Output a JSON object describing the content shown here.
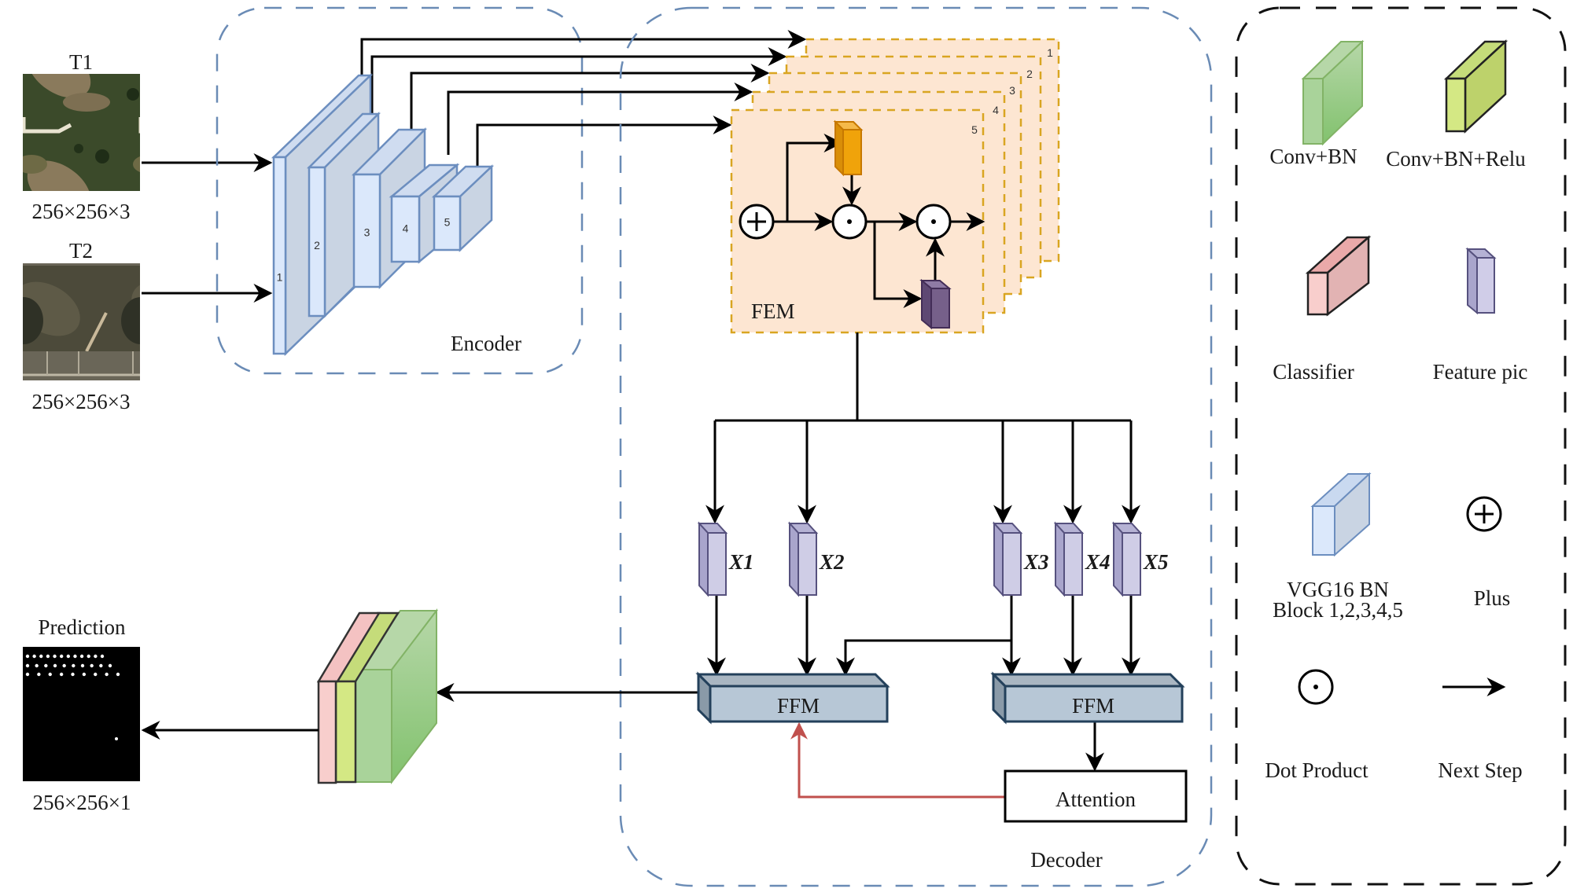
{
  "title": "Change detection network architecture diagram",
  "inputs": {
    "t1": {
      "label": "T1",
      "size": "256×256×3"
    },
    "t2": {
      "label": "T2",
      "size": "256×256×3"
    }
  },
  "encoder": {
    "label": "Encoder",
    "blocks": [
      "1",
      "2",
      "3",
      "4",
      "5"
    ]
  },
  "fem": {
    "label": "FEM",
    "layers": [
      "1",
      "2",
      "3",
      "4",
      "5"
    ]
  },
  "decoder": {
    "label": "Decoder",
    "features": [
      "X1",
      "X2",
      "X3",
      "X4",
      "X5"
    ],
    "ffm_left": "FFM",
    "ffm_right": "FFM",
    "attention": "Attention"
  },
  "output": {
    "label": "Prediction",
    "size": "256×256×1"
  },
  "legend": {
    "items": [
      {
        "icon": "conv-bn-block",
        "label": "Conv+BN"
      },
      {
        "icon": "conv-bn-relu-block",
        "label": "Conv+BN+Relu"
      },
      {
        "icon": "classifier-block",
        "label": "Classifier"
      },
      {
        "icon": "feature-pic-block",
        "label": "Feature pic"
      },
      {
        "icon": "vgg16-block",
        "label_line1": "VGG16 BN",
        "label_line2": "Block 1,2,3,4,5"
      },
      {
        "icon": "plus-icon",
        "label": "Plus"
      },
      {
        "icon": "dot-product-icon",
        "label": "Dot Product"
      },
      {
        "icon": "arrow-icon",
        "label": "Next Step"
      }
    ]
  },
  "colors": {
    "vgg_front": "#dbe8fb",
    "vgg_side": "#c9d4e3",
    "vgg_stroke": "#6c8ebf",
    "conv_bn": "#8fc97a",
    "conv_bn_relu": "#c5dc7a",
    "classifier": "#f4c2c2",
    "feature_pic": "#cfcde6",
    "fem_fill": "#fde6d2",
    "fem_stroke": "#d9a521",
    "orange_block": "#f0a30a",
    "purple_block": "#76608a",
    "ffm_fill": "#b7c7d6",
    "attention_arrow": "#c0504d"
  }
}
